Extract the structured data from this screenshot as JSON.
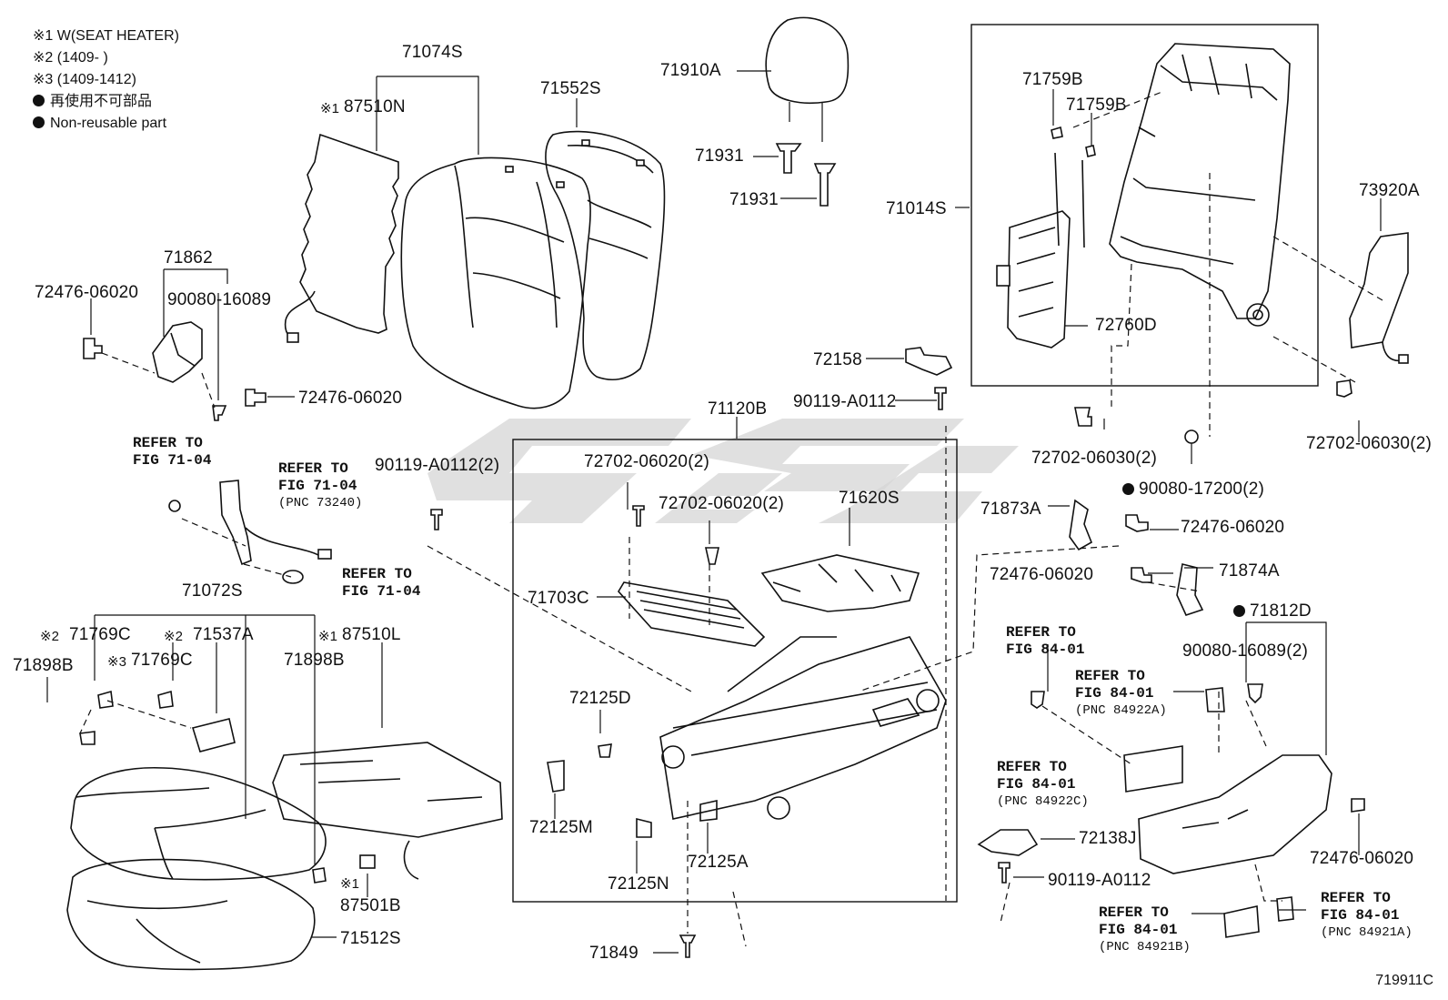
{
  "legend": {
    "notes": [
      "※1 W(SEAT HEATER)",
      "※2 (1409-      )",
      "※3 (1409-1412)"
    ],
    "non_reusable_jp": "再使用不可部品",
    "non_reusable_en": "Non-reusable part"
  },
  "figure_number": "719911C",
  "part_labels": {
    "p71074S": "71074S",
    "p87510N": "87510N",
    "p71552S": "71552S",
    "p71910A": "71910A",
    "p71931a": "71931",
    "p71931b": "71931",
    "p71014S": "71014S",
    "p71759Ba": "71759B",
    "p71759Bb": "71759B",
    "p72760D": "72760D",
    "p73920A": "73920A",
    "p71862": "71862",
    "p72476_06020a": "72476-06020",
    "p90080_16089": "90080-16089",
    "p72476_06020b": "72476-06020",
    "p72158": "72158",
    "p90119_A0112a": "90119-A0112",
    "p71120B": "71120B",
    "p72702_06030a": "72702-06030(2)",
    "p72702_06030b": "72702-06030(2)",
    "p90119_A0112b": "90119-A0112(2)",
    "p72702_06020a": "72702-06020(2)",
    "p72702_06020b": "72702-06020(2)",
    "p71620S": "71620S",
    "p71873A": "71873A",
    "p90080_17200": "90080-17200(2)",
    "p72476_06020c": "72476-06020",
    "p72476_06020d": "72476-06020",
    "p71874A": "71874A",
    "p71703C": "71703C",
    "p71072S": "71072S",
    "p71769Ca": "71769C",
    "p71537A": "71537A",
    "p87510L": "87510L",
    "p71898Ba": "71898B",
    "p71769Cb": "71769C",
    "p71898Bb": "71898B",
    "p72125D": "72125D",
    "p71812D": "71812D",
    "p90080_16089b": "90080-16089(2)",
    "p72125M": "72125M",
    "p72125N": "72125N",
    "p72125A": "72125A",
    "p72138J": "72138J",
    "p72476_06020e": "72476-06020",
    "p90119_A0112c": "90119-A0112",
    "p87501B": "87501B",
    "p71512S": "71512S",
    "p71849": "71849"
  },
  "markers": {
    "m87510N": "※1",
    "m71769Ca": "※2",
    "m71537A": "※2",
    "m87510L": "※1",
    "m71769Cb": "※3",
    "m87501B": "※1"
  },
  "references": {
    "r1": "REFER TO\nFIG 71-04",
    "r2": "REFER TO\nFIG 71-04",
    "r2_pnc": "(PNC 73240)",
    "r3": "REFER TO\nFIG 71-04",
    "r4": "REFER TO\nFIG 84-01",
    "r5": "REFER TO\nFIG 84-01",
    "r5_pnc": "(PNC 84922A)",
    "r6": "REFER TO\nFIG 84-01",
    "r6_pnc": "(PNC 84922C)",
    "r7": "REFER TO\nFIG 84-01",
    "r7_pnc": "(PNC 84921B)",
    "r8": "REFER TO\nFIG 84-01",
    "r8_pnc": "(PNC 84921A)"
  }
}
